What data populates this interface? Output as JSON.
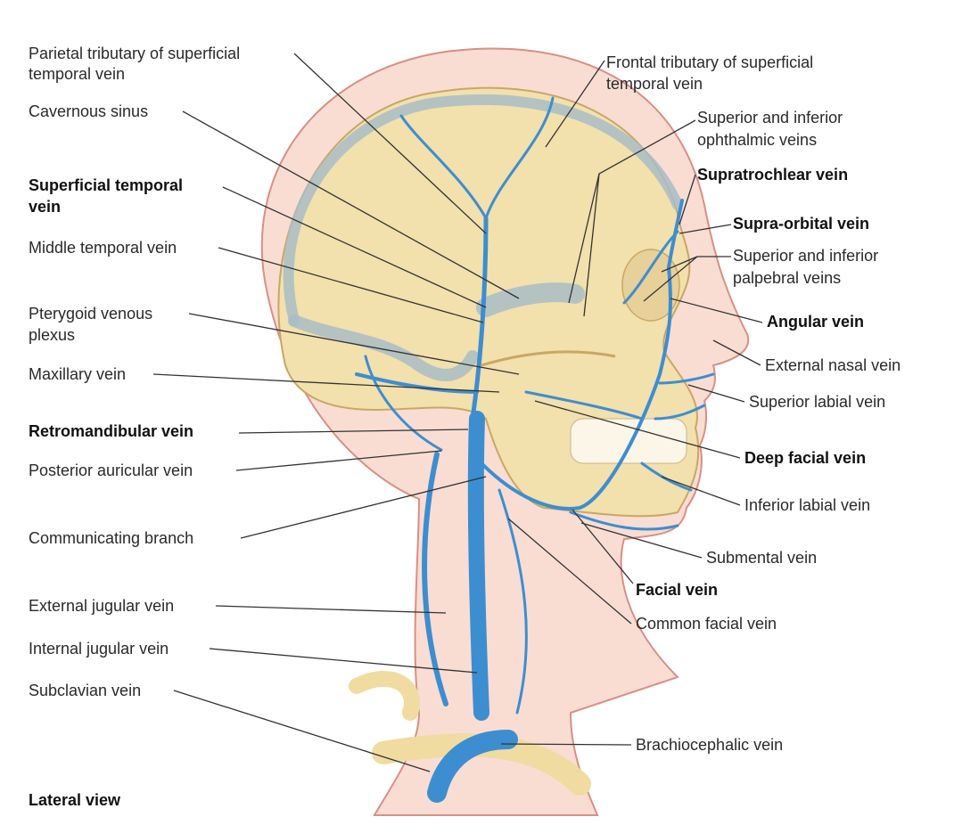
{
  "title": "Veins of the head and neck",
  "view_label": "Lateral view",
  "colors": {
    "vein": "#3d8ed0",
    "skin": "#f9ddd3",
    "skull": "#f2e0ad",
    "sinus": "#a9bcc6"
  },
  "left_labels": [
    {
      "lines": [
        "Parietal tributary of superficial",
        "temporal vein"
      ],
      "bold": false
    },
    {
      "lines": [
        "Cavernous sinus"
      ],
      "bold": false
    },
    {
      "lines": [
        "Superficial temporal",
        "vein"
      ],
      "bold": true
    },
    {
      "lines": [
        "Middle temporal vein"
      ],
      "bold": false
    },
    {
      "lines": [
        "Pterygoid venous",
        "plexus"
      ],
      "bold": false
    },
    {
      "lines": [
        "Maxillary vein"
      ],
      "bold": false
    },
    {
      "lines": [
        "Retromandibular vein"
      ],
      "bold": true
    },
    {
      "lines": [
        "Posterior auricular vein"
      ],
      "bold": false
    },
    {
      "lines": [
        "Communicating branch"
      ],
      "bold": false
    },
    {
      "lines": [
        "External jugular vein"
      ],
      "bold": false
    },
    {
      "lines": [
        "Internal jugular vein"
      ],
      "bold": false
    },
    {
      "lines": [
        "Subclavian vein"
      ],
      "bold": false
    }
  ],
  "right_labels": [
    {
      "lines": [
        "Frontal tributary of superficial",
        "temporal vein"
      ],
      "bold": false
    },
    {
      "lines": [
        "Superior and inferior",
        "ophthalmic veins"
      ],
      "bold": false
    },
    {
      "lines": [
        "Supratrochlear vein"
      ],
      "bold": true
    },
    {
      "lines": [
        "Supra-orbital vein"
      ],
      "bold": true
    },
    {
      "lines": [
        "Superior and inferior",
        "palpebral veins"
      ],
      "bold": false
    },
    {
      "lines": [
        "Angular vein"
      ],
      "bold": true
    },
    {
      "lines": [
        "External nasal vein"
      ],
      "bold": false
    },
    {
      "lines": [
        "Superior labial vein"
      ],
      "bold": false
    },
    {
      "lines": [
        "Deep facial vein"
      ],
      "bold": true
    },
    {
      "lines": [
        "Inferior labial vein"
      ],
      "bold": false
    },
    {
      "lines": [
        "Submental vein"
      ],
      "bold": false
    },
    {
      "lines": [
        "Facial vein"
      ],
      "bold": true
    },
    {
      "lines": [
        "Common facial vein"
      ],
      "bold": false
    },
    {
      "lines": [
        "Brachiocephalic vein"
      ],
      "bold": false
    }
  ]
}
